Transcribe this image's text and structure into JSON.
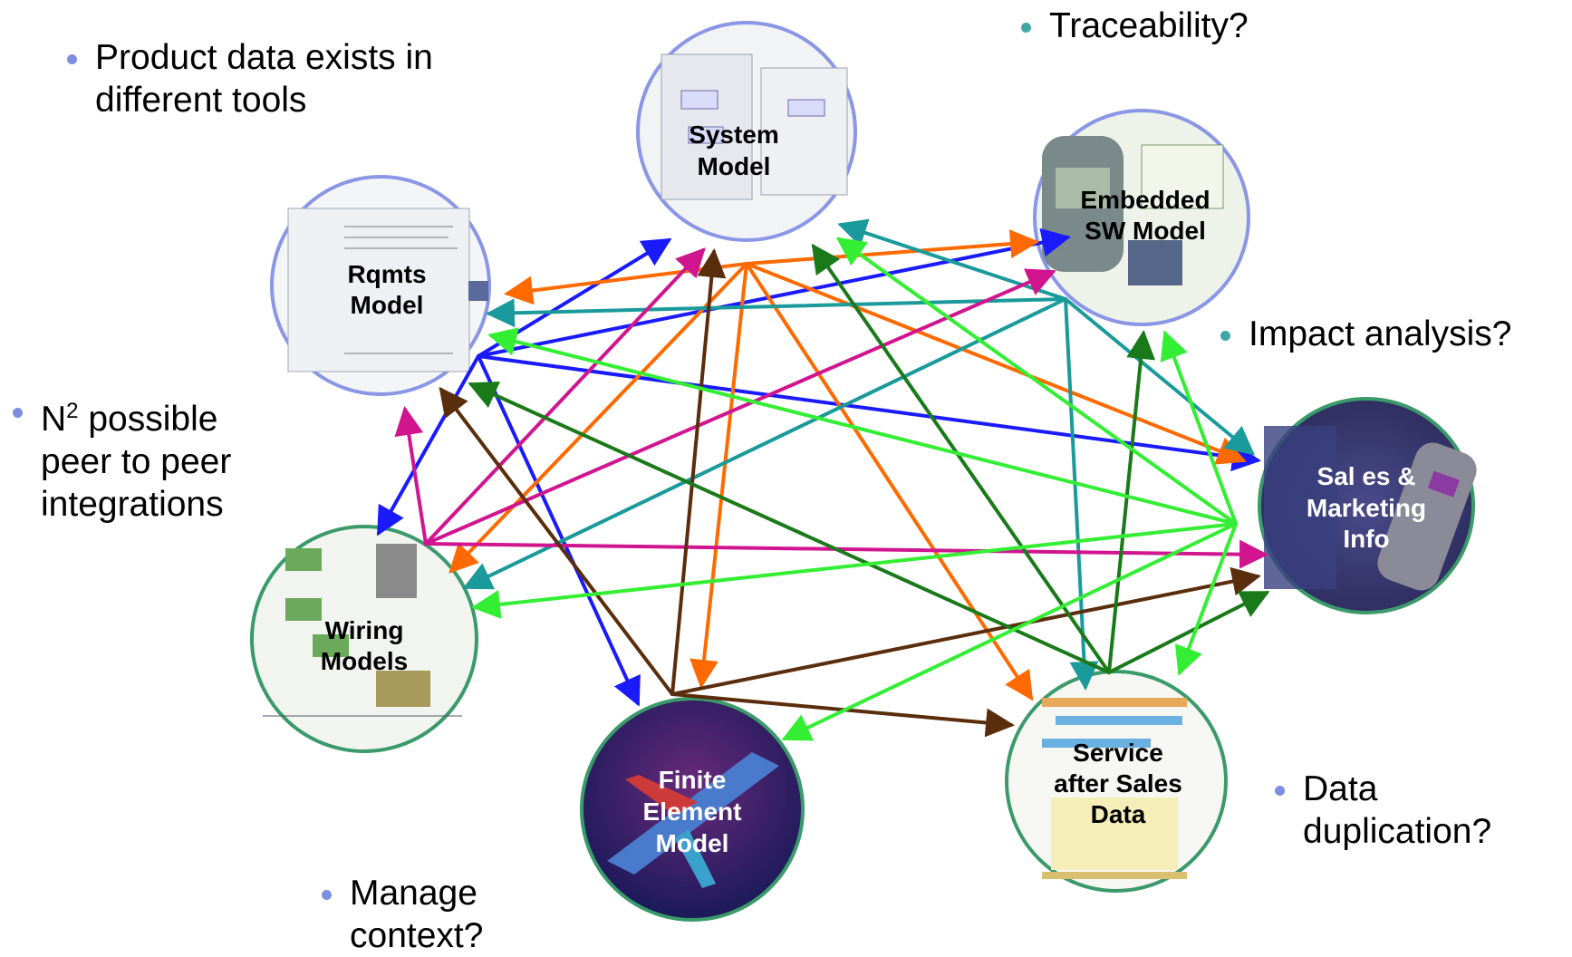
{
  "bullets": {
    "product_data": [
      "Product data exists in",
      "different tools"
    ],
    "traceability": "Traceability?",
    "impact": "Impact analysis?",
    "n2_prefix": "N",
    "n2_sup": "2",
    "n2_suffix": " possible",
    "n2_line2": "peer to peer",
    "n2_line3": "integrations",
    "manage": [
      "Manage",
      "context?"
    ],
    "duplication": [
      "Data",
      "duplication?"
    ]
  },
  "nodes": {
    "system": [
      "System",
      "Model"
    ],
    "embedded": [
      "Embedded",
      "SW Model"
    ],
    "rqmts": [
      "Rqmts",
      "Model"
    ],
    "sales": [
      "Sal es &",
      "Marketing",
      "Info"
    ],
    "wiring": [
      "Wiring",
      "Models"
    ],
    "finite": [
      "Finite",
      "Element",
      "Model"
    ],
    "service": [
      "Service",
      "after Sales",
      "Data"
    ]
  },
  "colors": {
    "blue": "#1a1aff",
    "orange": "#ff6a00",
    "teal": "#1a9a9a",
    "magenta": "#d0158f",
    "brown": "#5a2d0c",
    "dark_green": "#1a7a1a",
    "light_green": "#33ee33",
    "circle_blue_border": "#8a96e6",
    "circle_green_border": "#3a9a6a"
  }
}
